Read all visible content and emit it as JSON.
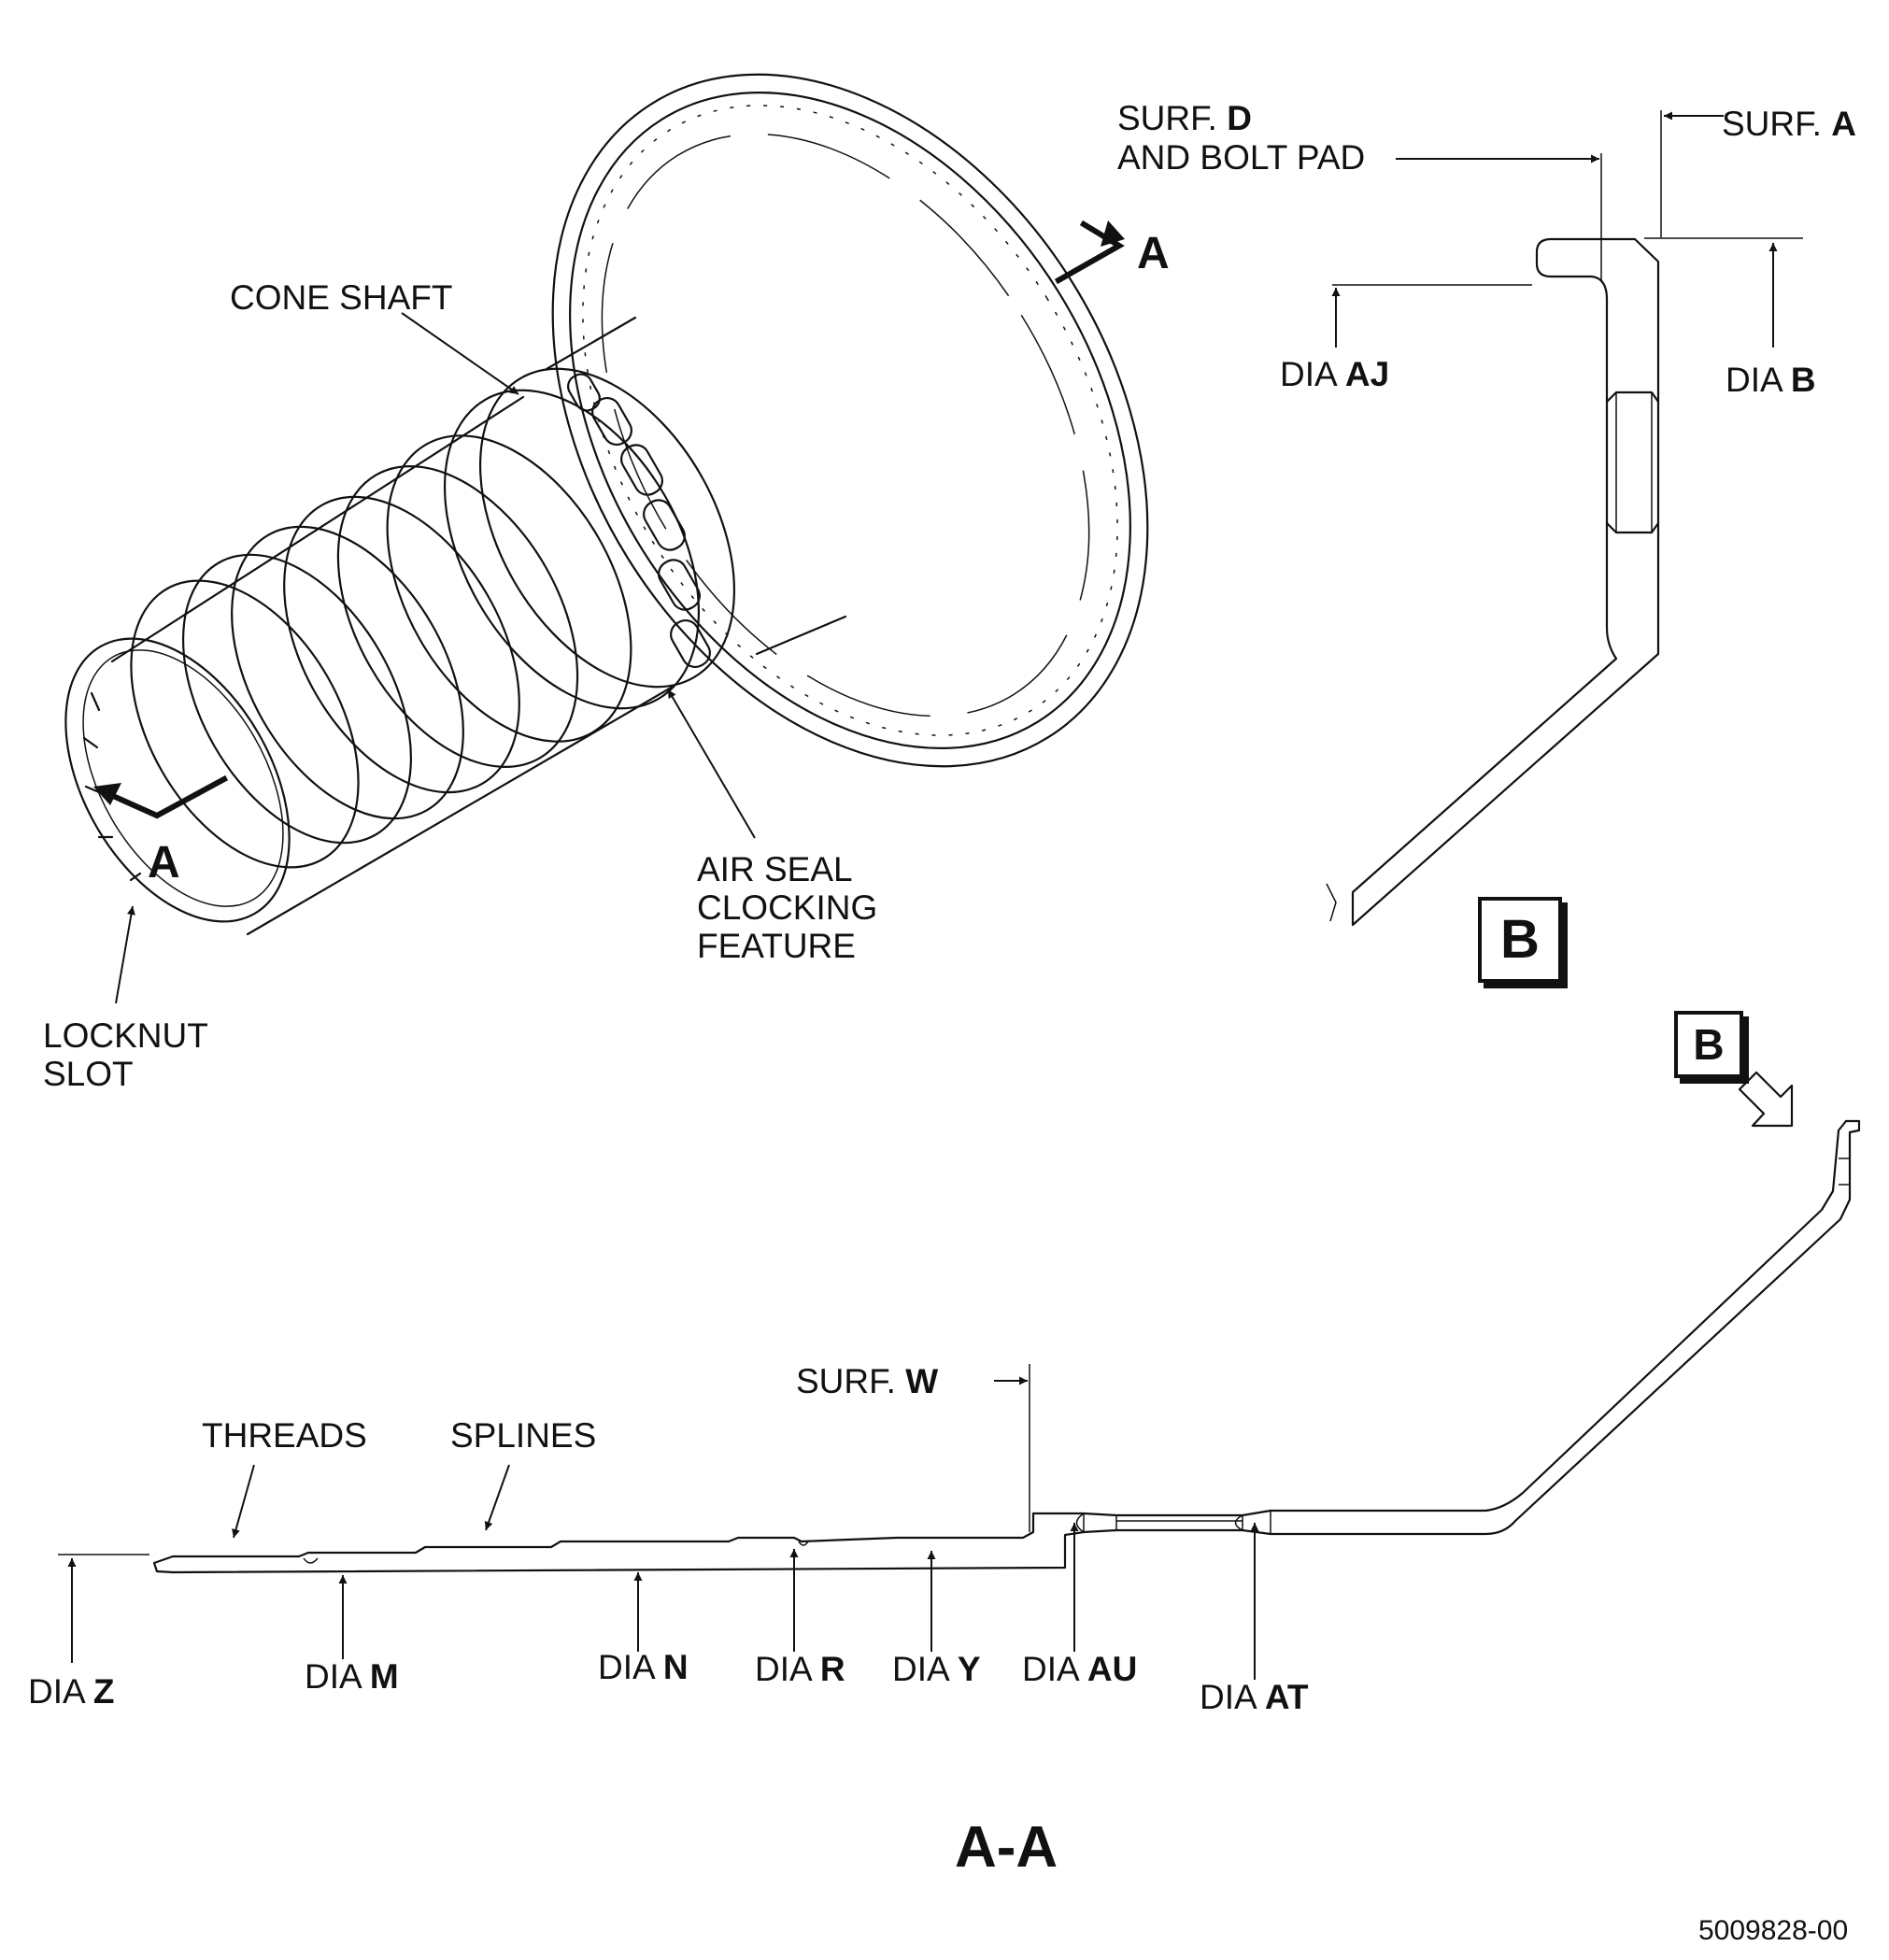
{
  "labels": {
    "cone_shaft": "CONE SHAFT",
    "air_seal_1": "AIR SEAL",
    "air_seal_2": "CLOCKING",
    "air_seal_3": "FEATURE",
    "locknut_1": "LOCKNUT",
    "locknut_2": "SLOT",
    "section_mark_top": "A",
    "section_mark_bottom": "A",
    "surf_d_prefix": "SURF.",
    "surf_d_letter": "D",
    "surf_d_line2": "AND BOLT PAD",
    "surf_a_prefix": "SURF.",
    "surf_a_letter": "A",
    "dia_aj_prefix": "DIA",
    "dia_aj_letter": "AJ",
    "dia_b_prefix": "DIA",
    "dia_b_letter": "B",
    "detail_b": "B",
    "detail_b_ref": "B",
    "threads": "THREADS",
    "splines": "SPLINES",
    "surf_w_prefix": "SURF.",
    "surf_w_letter": "W",
    "dia_z_prefix": "DIA",
    "dia_z_letter": "Z",
    "dia_m_prefix": "DIA",
    "dia_m_letter": "M",
    "dia_n_prefix": "DIA",
    "dia_n_letter": "N",
    "dia_r_prefix": "DIA",
    "dia_r_letter": "R",
    "dia_y_prefix": "DIA",
    "dia_y_letter": "Y",
    "dia_au_prefix": "DIA",
    "dia_au_letter": "AU",
    "dia_at_prefix": "DIA",
    "dia_at_letter": "AT",
    "section_title": "A-A",
    "figure_number": "5009828-00"
  },
  "icons": {
    "view_arrow": "hollow-arrow-icon",
    "section_arrow": "section-cut-arrow-icon"
  }
}
